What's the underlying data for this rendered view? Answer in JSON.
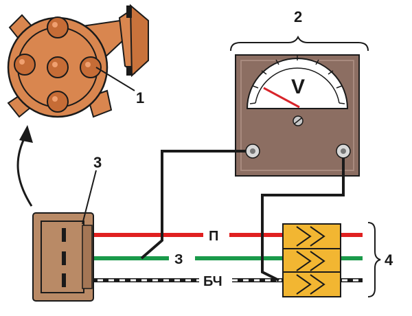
{
  "callouts": {
    "distributor": "1",
    "voltmeter": "2",
    "connector": "3",
    "switch_block": "4"
  },
  "voltmeter": {
    "unit": "V"
  },
  "wires": {
    "red": "П",
    "green": "З",
    "black_white": "БЧ"
  },
  "colors": {
    "distributor_body": "#d9864f",
    "meter_case": "#8c6e62",
    "connector_body": "#b98a66",
    "switch_block": "#f2b632",
    "wire_red": "#e02020",
    "wire_green": "#1a9a4a",
    "wire_black": "#1a1a1a",
    "needle": "#d8242a"
  },
  "icons": {
    "distributor": "distributor-cap-icon",
    "voltmeter": "voltmeter-icon",
    "connector": "plug-connector-icon",
    "switch_block": "switch-block-icon"
  }
}
